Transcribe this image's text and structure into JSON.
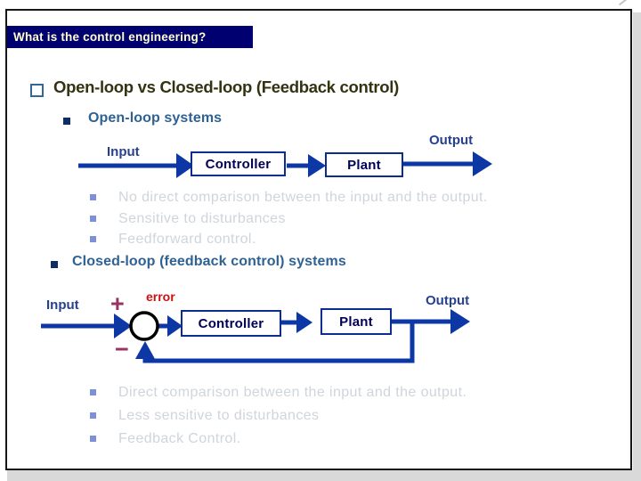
{
  "header": {
    "question_banner": "What is the control engineering?"
  },
  "slide": {
    "title": "Open-loop vs Closed-loop (Feedback control)",
    "sections": [
      {
        "heading": "Open-loop systems",
        "bullets": [
          "No direct comparison between the input and the output.",
          "Sensitive to disturbances",
          "Feedforward control."
        ]
      },
      {
        "heading": "Closed-loop (feedback control) systems",
        "bullets": [
          "Direct comparison between the input and the output.",
          "Less sensitive to disturbances",
          "Feedback Control."
        ]
      }
    ]
  },
  "diagrams": {
    "open_loop": {
      "input": "Input",
      "controller": "Controller",
      "plant": "Plant",
      "output": "Output"
    },
    "closed_loop": {
      "input": "Input",
      "plus": "+",
      "minus": "−",
      "error": "error",
      "controller": "Controller",
      "plant": "Plant",
      "output": "Output"
    }
  },
  "colors": {
    "banner_bg": "#000070",
    "banner_text": "#ffffcc",
    "title_text": "#333312",
    "heading_blue": "#2e6293",
    "arrow_blue": "#0c37a4",
    "box_border_navy": "#0a2d8f",
    "box_text_navy": "#000055",
    "io_label_blue": "#27418f",
    "sign_maroon": "#993366",
    "error_red": "#cc1111",
    "muted_text_gray": "#cfd5dc",
    "muted_bullet_periwinkle": "#7e90d8"
  }
}
